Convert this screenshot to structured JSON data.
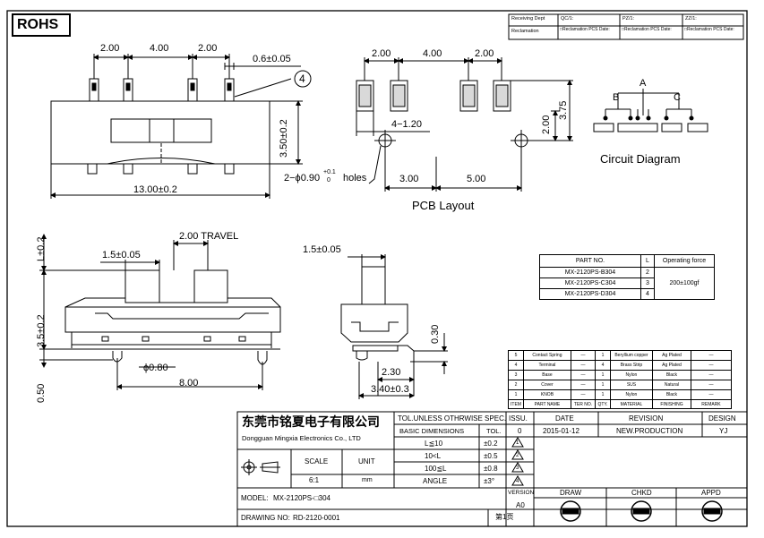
{
  "rohs": "ROHS",
  "receiving": {
    "r1": [
      "Receiving Dept",
      "QC/1:",
      "PZ/1:",
      "ZZ/1:"
    ],
    "r2": [
      "Reclamation",
      "□Reclamation  PCS Date:",
      "□Reclamation  PCS Date:",
      "□Reclamation  PCS Date:"
    ]
  },
  "top_view": {
    "dim_200a": "2.00",
    "dim_400": "4.00",
    "dim_200b": "2.00",
    "dim_pin": "0.6±0.05",
    "balloon": "4",
    "dim_height": "3.50±0.2",
    "dim_width": "13.00±0.2"
  },
  "pcb": {
    "dim_200a": "2.00",
    "dim_400": "4.00",
    "dim_200b": "2.00",
    "dim_375": "3.75",
    "dim_200v": "2.00",
    "dim_slots": "4−1.20",
    "dim_holes": "2−ϕ0.90",
    "tol_plus": "+0.1",
    "tol_minus": "0",
    "holes_label": "holes",
    "dim_300": "3.00",
    "dim_500": "5.00",
    "title": "PCB Layout"
  },
  "circuit": {
    "a": "A",
    "b": "B",
    "c": "C",
    "title": "Circuit Diagram"
  },
  "front_view": {
    "dim_l": "L±0.2",
    "dim_35": "3.5±0.2",
    "dim_050": "0.50",
    "dim_15": "1.5±0.05",
    "dim_travel": "2.00  TRAVEL",
    "dim_080": "ϕ0.80",
    "dim_800": "8.00"
  },
  "side_view": {
    "dim_15": "1.5±0.05",
    "dim_030": "0.30",
    "dim_230": "2.30",
    "dim_340": "3.40±0.3"
  },
  "part_table": {
    "headers": [
      "PART NO.",
      "L",
      "Operating force"
    ],
    "rows": [
      [
        "MX-2120PS-B304",
        "2"
      ],
      [
        "MX-2120PS-C304",
        "3"
      ],
      [
        "MX-2120PS-D304",
        "4"
      ]
    ],
    "force": "200±100gf"
  },
  "bom": {
    "rows": [
      [
        "5",
        "Contact Spring",
        "—",
        "1",
        "Beryllium copper",
        "Ag Plated",
        "—"
      ],
      [
        "4",
        "Terminal",
        "—",
        "4",
        "Brass Strip",
        "Ag Plated",
        "—"
      ],
      [
        "3",
        "Base",
        "—",
        "1",
        "Nylon",
        "Black",
        "—"
      ],
      [
        "2",
        "Cover",
        "—",
        "1",
        "SUS",
        "Natural",
        "—"
      ],
      [
        "1",
        "KNOB",
        "—",
        "1",
        "Nylon",
        "Black",
        "—"
      ]
    ],
    "headers": [
      "ITEM",
      "PART NAME",
      "TER NO.",
      "QTY.",
      "MATERIAL",
      "FINISHING",
      "REMARK"
    ]
  },
  "title_block": {
    "company_cn": "东莞市铭夏电子有限公司",
    "company_en": "Dongguan Mingxia Electronics Co., LTD",
    "tol_header": "TOL.UNLESS OTHRWISE SPEC.",
    "basic_dim": "BASIC DIMENSIONS",
    "tol": "TOL.",
    "tol_rows": [
      [
        "L≦10",
        "±0.2"
      ],
      [
        "10<L",
        "±0.5"
      ],
      [
        "100≦L",
        "±0.8"
      ],
      [
        "ANGLE",
        "±3°"
      ]
    ],
    "issu": "ISSU.",
    "date": "DATE",
    "revision": "REVISION",
    "design": "DESIGN",
    "rev_row": [
      "0",
      "2015-01-12",
      "NEW.PRODUCTION",
      "YJ"
    ],
    "rev_marks": [
      "1",
      "2",
      "3",
      "4"
    ],
    "scale_label": "SCALE",
    "unit_label": "UNIT",
    "scale": "6:1",
    "unit": "mm",
    "model_label": "MODEL:",
    "model": "MX-2120PS-□304",
    "drawing_label": "DRAWING NO:",
    "drawing": "RD-2120-0001",
    "version_label": "VERSION",
    "version": "A0",
    "sheet": "第1页",
    "draw": "DRAW",
    "chkd": "CHKD",
    "appd": "APPD"
  }
}
